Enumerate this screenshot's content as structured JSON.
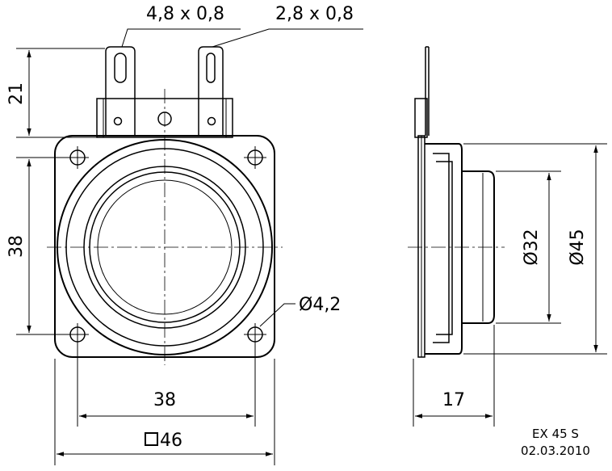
{
  "drawing": {
    "model": "EX 45 S",
    "date": "02.03.2010"
  },
  "dimensions": {
    "terminal_large": "4,8 x 0,8",
    "terminal_small": "2,8 x 0,8",
    "terminal_height": "21",
    "hole_spacing_vertical": "38",
    "hole_spacing_horizontal": "38",
    "square_size": "46",
    "square_symbol": "square",
    "hole_diameter": "Ø4,2",
    "depth": "17",
    "inner_diameter": "Ø32",
    "outer_diameter": "Ø45"
  }
}
